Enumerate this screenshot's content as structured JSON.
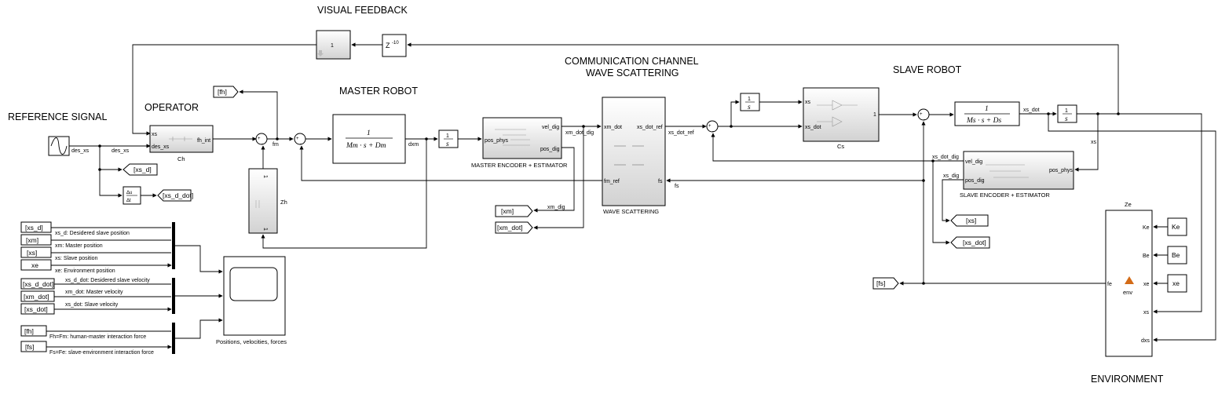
{
  "headings": {
    "visual_feedback": "VISUAL FEEDBACK",
    "comm_channel_1": "COMMUNICATION CHANNEL",
    "comm_channel_2": "WAVE SCATTERING",
    "slave_robot": "SLAVE ROBOT",
    "master_robot": "MASTER ROBOT",
    "operator": "OPERATOR",
    "reference_signal": "REFERENCE SIGNAL",
    "environment": "ENVIRONMENT"
  },
  "blocks": {
    "ch": {
      "name": "Ch",
      "in_xs": "xs",
      "in_des_xs": "des_xs",
      "out_fh": "fh_int"
    },
    "zh": {
      "name": "Zh",
      "port_top": "1",
      "port_bottom": "1"
    },
    "master_tf": {
      "num": "1",
      "den": "Mm · s + Dm"
    },
    "integrator": {
      "num": "1",
      "den": "s"
    },
    "master_enc": {
      "name": "MASTER ENCODER + ESTIMATOR",
      "in": "pos_phys",
      "out_vel": "vel_dig",
      "out_pos": "pos_dig"
    },
    "wave": {
      "name": "WAVE SCATTERING",
      "in_xm_dot": "xm_dot",
      "in_fm_ref": "fm_ref",
      "out_xs_dot_ref": "xs_dot_ref",
      "out_fs": "fs"
    },
    "cs": {
      "name": "Cs",
      "in_xs": "xs",
      "in_xs_dot": "xs_dot",
      "out": "1"
    },
    "slave_tf": {
      "num": "1",
      "den": "Ms · s + Ds"
    },
    "slave_enc": {
      "name": "SLAVE ENCODER + ESTIMATOR",
      "out_vel": "vel_dig",
      "out_pos": "pos_dig",
      "in": "pos_phys"
    },
    "ze": {
      "name": "Ze",
      "ports_in": [
        "Ke",
        "Be",
        "xe",
        "xs",
        "dxs"
      ],
      "port_out": "fe",
      "fn": "env"
    },
    "delay": {
      "label": "Z",
      "exp": "-10"
    },
    "gain_vis": {
      "label": "1"
    },
    "derivative": {
      "num": "Δu",
      "den": "Δt"
    },
    "const_ke": "Ke",
    "const_be": "Be",
    "const_xe": "xe",
    "scope": {
      "name": "Positions, velocities, forces"
    }
  },
  "signals": {
    "des_xs_1": "des_xs",
    "des_xs_2": "des_xs",
    "fm": "fm",
    "dxm": "dxm",
    "xm_dot_dig": "xm_dot_dig",
    "xm_dig": "xm_dig",
    "xs_dot_ref": "xs_dot_ref",
    "fs": "fs",
    "xs_dot": "xs_dot",
    "xs": "xs",
    "xs_dot_dig": "xs_dot_dig",
    "xs_dig": "xs_dig"
  },
  "tags": {
    "fh_goto": "[fh]",
    "xs_d_goto": "[xs_d]",
    "xs_d_dot_goto": "[xs_d_dot]",
    "xm_goto": "[xm]",
    "xm_dot_goto": "[xm_dot]",
    "xs_goto": "[xs]",
    "xs_dot_goto": "[xs_dot]",
    "fs_goto": "[fs]",
    "from_xs_d": "[xs_d]",
    "from_xm": "[xm]",
    "from_xs": "[xs]",
    "from_xe": "xe",
    "from_xs_d_dot": "[xs_d_dot]",
    "from_xm_dot": "[xm_dot]",
    "from_xs_dot": "[xs_dot]",
    "from_fh": "[fh]",
    "from_fs": "[fs]"
  },
  "legend": {
    "l1": "xs_d: Desidered slave position",
    "l2": "xm: Master position",
    "l3": "xs: Slave position",
    "l4": "xe: Environment position",
    "l5": "xs_d_dot: Desidered slave velocity",
    "l6": "xm_dot: Master velocity",
    "l7": "xs_dot: Slave velocity",
    "l8": "Fh=Fm: human-master interaction force",
    "l9": "Fs=Fe: slave-environment interaction force"
  },
  "colors": {
    "line": "#000000",
    "block_gray_top": "#ffffff",
    "block_gray_bottom": "#d4d4d4"
  }
}
